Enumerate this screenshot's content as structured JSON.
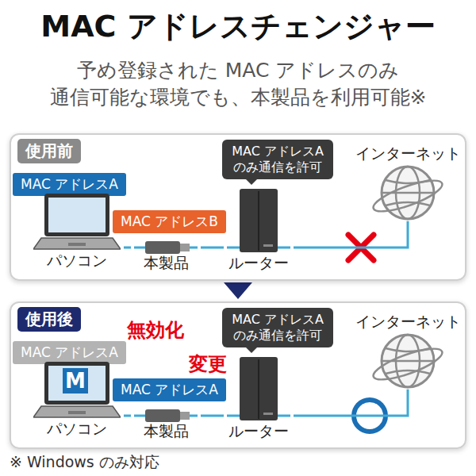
{
  "diagram": {
    "title": "MAC アドレスチェンジャー",
    "nodes": [
      {
        "text": [
          "使用前"
        ]
      },
      {
        "text": [
          "MAC アドレスA"
        ],
        "in": 0
      },
      {
        "text": [
          "MAC アドレスA のみ通信を許可"
        ],
        "in": 0
      },
      {
        "text": [
          "インターネット"
        ],
        "in": 0
      },
      {
        "text": [
          "MAC アドレスB"
        ],
        "in": 0
      },
      {
        "text": [
          "パソコン"
        ],
        "in": 0
      },
      {
        "text": [
          "本製品"
        ],
        "in": 0
      },
      {
        "text": [
          "ルーター"
        ],
        "in": 0
      },
      {
        "text": [
          "使用後"
        ]
      },
      {
        "text": [
          "MAC アドレスA"
        ],
        "in": 8
      },
      {
        "text": [
          "MAC アドレスA のみ通信を許可"
        ],
        "in": 8
      },
      {
        "text": [
          "インターネット"
        ],
        "in": 8
      },
      {
        "text": [
          "MAC アドレスA"
        ],
        "in": 8
      },
      {
        "text": [
          "パソコン"
        ],
        "in": 8
      },
      {
        "text": [
          "本製品"
        ],
        "in": 8
      },
      {
        "text": [
          "ルーター"
        ],
        "in": 8
      }
    ],
    "edges": [
      {
        "from": 5,
        "to": 6,
        "arrow": "none"
      },
      {
        "from": 6,
        "to": 7,
        "arrow": "none"
      },
      {
        "from": 7,
        "to": 3,
        "arrow": "none"
      },
      {
        "from": 13,
        "to": 14,
        "arrow": "none"
      },
      {
        "from": 14,
        "to": 15,
        "arrow": "none"
      },
      {
        "from": 15,
        "to": 11,
        "arrow": "none"
      }
    ],
    "labels": [
      "予め登録された MAC アドレスのみ 通信可能な環境でも、本製品を利用可能※",
      "無効化",
      "変更",
      "M",
      "※ Windows のみ対応"
    ]
  }
}
